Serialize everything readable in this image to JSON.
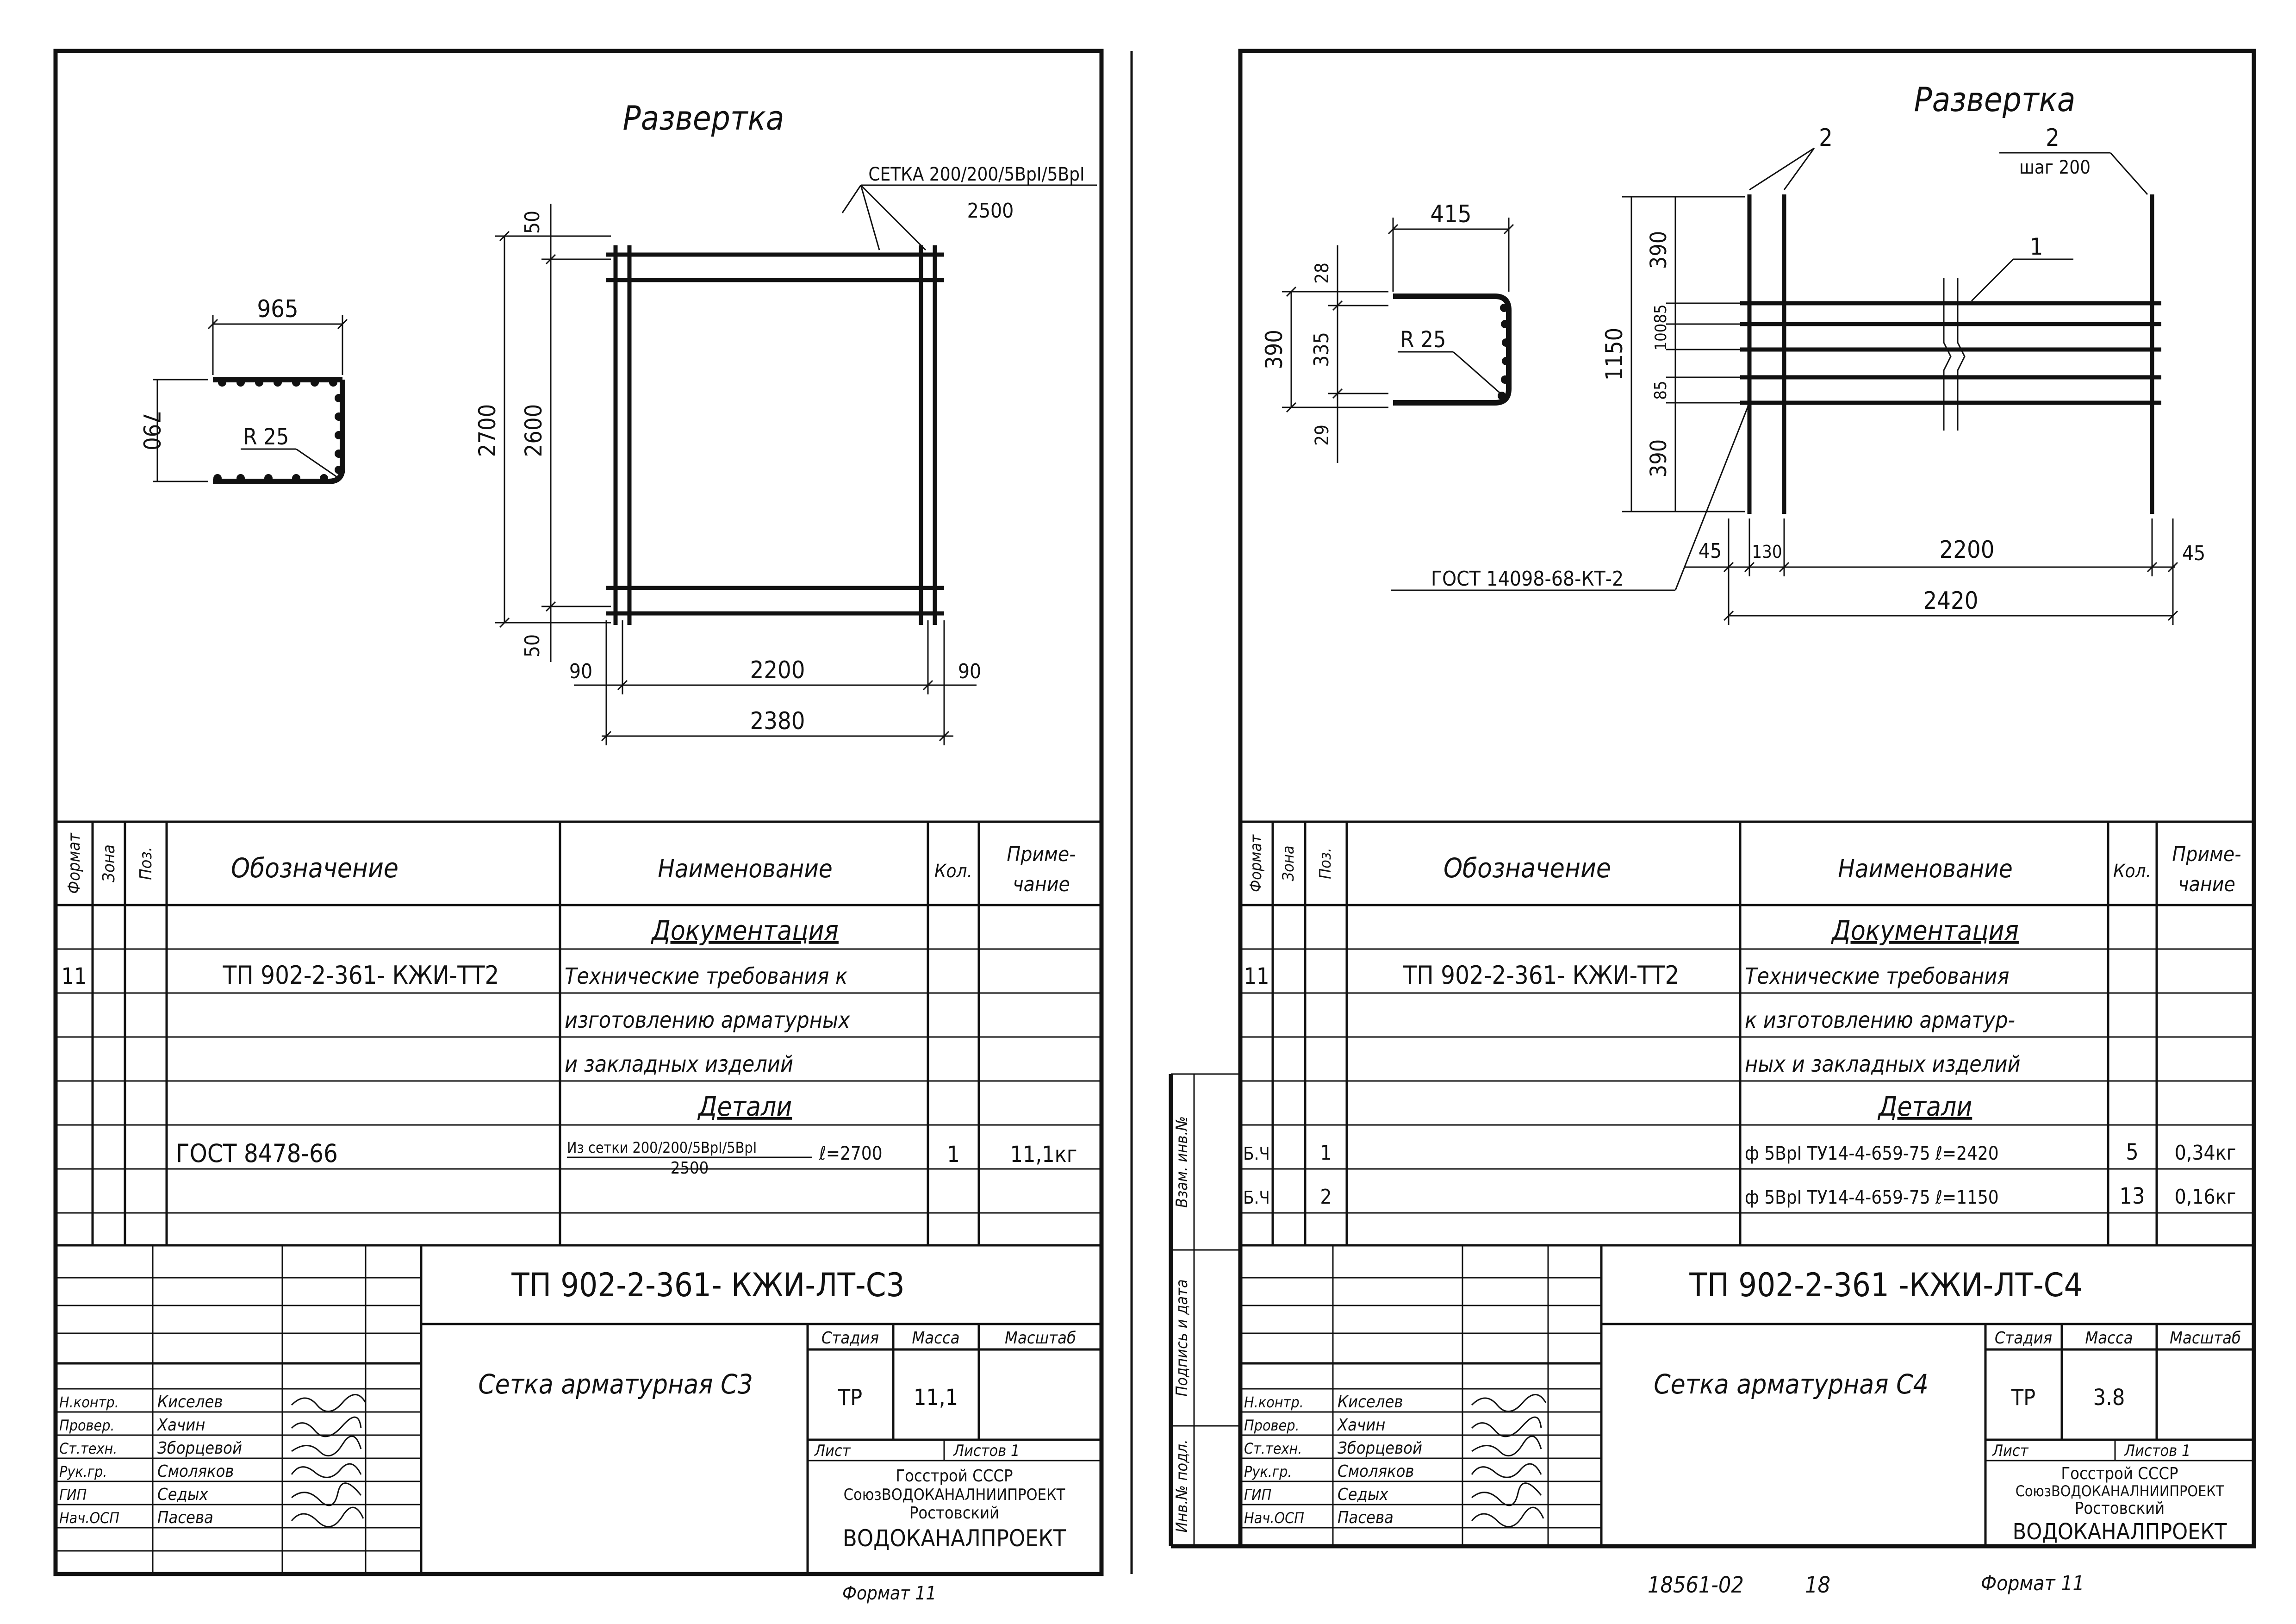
{
  "left_sheet": {
    "title": "Развертка",
    "detail": {
      "dim_width": "965",
      "dim_height": "790",
      "radius_label": "R 25"
    },
    "mesh": {
      "leader_label": "СЕТКА 200/200/5ВрI/5ВрI",
      "leader_sub": "2500",
      "dim_50_top": "50",
      "dim_2700": "2700",
      "dim_2600": "2600",
      "dim_50_bottom": "50",
      "dim_90_left": "90",
      "dim_2200": "2200",
      "dim_90_right": "90",
      "dim_2380": "2380"
    },
    "spec": {
      "headers": {
        "format": "Формат",
        "zone": "Зона",
        "pos": "Поз.",
        "designation": "Обозначение",
        "name": "Наименование",
        "qty": "Кол.",
        "note_1": "Приме-",
        "note_2": "чание"
      },
      "section_docs": "Документация",
      "row_doc": {
        "format": "11",
        "designation": "ТП 902-2-361- КЖИ-ТТ2",
        "name_1": "Технические требования к",
        "name_2": "изготовлению арматурных",
        "name_3": "и закладных изделий"
      },
      "section_details": "Детали",
      "row_detail": {
        "designation": "ГОСТ 8478-66",
        "name_top": "Из сетки 200/200/5ВрI/5ВрI",
        "name_len": "ℓ=2700",
        "name_bottom": "2500",
        "qty": "1",
        "note": "11,1кг"
      }
    },
    "stamp": {
      "code": "ТП 902-2-361-   КЖИ-ЛТ-С3",
      "item_name": "Сетка   арматурная С3",
      "stage_h": "Стадия",
      "mass_h": "Масса",
      "scale_h": "Масштаб",
      "stage": "ТР",
      "mass": "11,1",
      "sheet_h": "Лист",
      "sheets_h": "Листов 1",
      "org_1": "Госстрой СССР",
      "org_2": "СоюзВОДОКАНАЛНИИПРОЕКТ",
      "org_3": "Ростовский",
      "org_4": "ВОДОКАНАЛПРОЕКТ",
      "people": [
        {
          "role": "Н.контр.",
          "name": "Киселев"
        },
        {
          "role": "Провер.",
          "name": "Хачин"
        },
        {
          "role": "Ст.техн.",
          "name": "Зборцевой"
        },
        {
          "role": "Рук.гр.",
          "name": "Смоляков"
        },
        {
          "role": "ГИП",
          "name": "Седых"
        },
        {
          "role": "Нач.ОСП",
          "name": "Пасева"
        }
      ]
    },
    "format_label": "Формат 11"
  },
  "right_sheet": {
    "title": "Развертка",
    "detail": {
      "dim_415": "415",
      "dim_28": "28",
      "dim_390": "390",
      "dim_335": "335",
      "dim_29": "29",
      "radius_label": "R 25"
    },
    "mesh": {
      "callout_2_left": "2",
      "callout_2_right": "2",
      "step_label": "шаг 200",
      "callout_1": "1",
      "dim_1150": "1150",
      "dim_390_top": "390",
      "dim_85_top": "85",
      "dim_100": "100",
      "dim_85_bottom": "85",
      "dim_390_bottom": "390",
      "gost_label": "ГОСТ 14098-68-КТ-2",
      "dim_45_left": "45",
      "dim_130": "130",
      "dim_2200": "2200",
      "dim_45_right": "45",
      "dim_2420": "2420"
    },
    "spec": {
      "headers": {
        "format": "Формат",
        "zone": "Зона",
        "pos": "Поз.",
        "designation": "Обозначение",
        "name": "Наименование",
        "qty": "Кол.",
        "note_1": "Приме-",
        "note_2": "чание"
      },
      "section_docs": "Документация",
      "row_doc": {
        "format": "11",
        "designation": "ТП 902-2-361- КЖИ-ТТ2",
        "name_1": "Технические требования",
        "name_2": "к изготовлению арматур-",
        "name_3": "ных и закладных изделий"
      },
      "section_details": "Детали",
      "rows": [
        {
          "format": "Б.Ч",
          "pos": "1",
          "name": "ф 5ВрI ТУ14-4-659-75 ℓ=2420",
          "qty": "5",
          "note": "0,34кг"
        },
        {
          "format": "Б.Ч",
          "pos": "2",
          "name": "ф 5ВрI ТУ14-4-659-75 ℓ=1150",
          "qty": "13",
          "note": "0,16кг"
        }
      ]
    },
    "margin_labels": [
      "Взам. инв.№",
      "Подпись и дата",
      "Инв.№ подл."
    ],
    "stamp": {
      "code": "ТП 902-2-361   -КЖИ-ЛТ-С4",
      "item_name": "Сетка арматурная С4",
      "stage_h": "Стадия",
      "mass_h": "Масса",
      "scale_h": "Масштаб",
      "stage": "ТР",
      "mass": "3.8",
      "sheet_h": "Лист",
      "sheets_h": "Листов 1",
      "org_1": "Госстрой СССР",
      "org_2": "СоюзВОДОКАНАЛНИИПРОЕКТ",
      "org_3": "Ростовский",
      "org_4": "ВОДОКАНАЛПРОЕКТ",
      "people": [
        {
          "role": "Н.контр.",
          "name": "Киселев"
        },
        {
          "role": "Провер.",
          "name": "Хачин"
        },
        {
          "role": "Ст.техн.",
          "name": "Зборцевой"
        },
        {
          "role": "Рук.гр.",
          "name": "Смоляков"
        },
        {
          "role": "ГИП",
          "name": "Седых"
        },
        {
          "role": "Нач.ОСП",
          "name": "Пасева"
        }
      ]
    },
    "footer_number": "18561-02",
    "footer_page": "18",
    "format_label": "Формат 11"
  }
}
